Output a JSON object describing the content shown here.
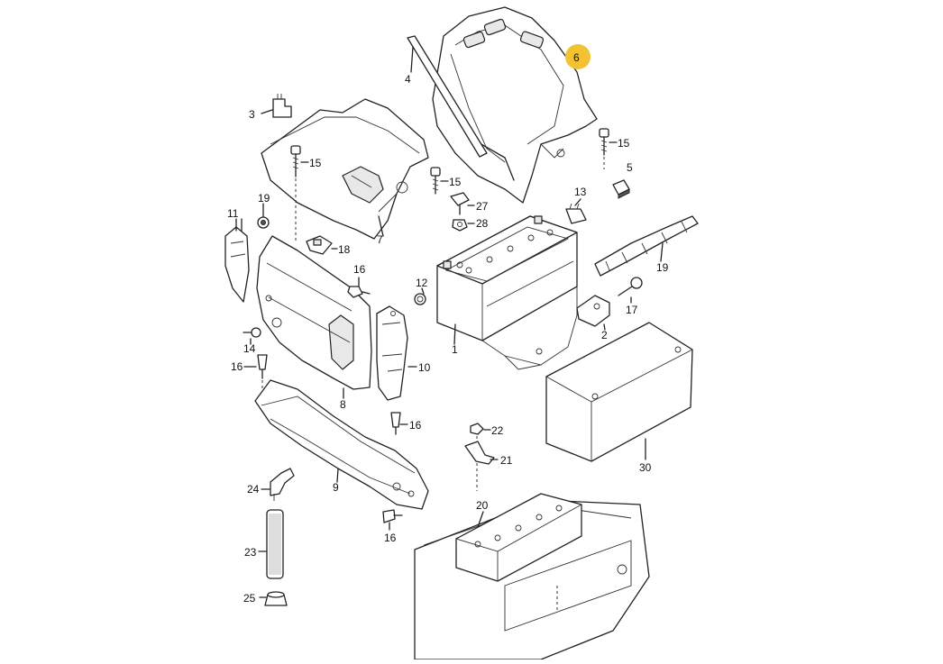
{
  "callouts": {
    "c1": "1",
    "c2": "2",
    "c3": "3",
    "c4": "4",
    "c5": "5",
    "c6": "6",
    "c7": "7",
    "c8": "8",
    "c9": "9",
    "c10": "10",
    "c11": "11",
    "c12": "12",
    "c13": "13",
    "c14": "14",
    "c15a": "15",
    "c15b": "15",
    "c15c": "15",
    "c16a": "16",
    "c16b": "16",
    "c16c": "16",
    "c16d": "16",
    "c17": "17",
    "c18": "18",
    "c19a": "19",
    "c19b": "19",
    "c20": "20",
    "c21": "21",
    "c22": "22",
    "c23": "23",
    "c24": "24",
    "c25": "25",
    "c27": "27",
    "c28": "28",
    "c30": "30"
  },
  "highlighted_callout": "6",
  "colors": {
    "highlight": "#f2c233",
    "line": "#222222"
  }
}
